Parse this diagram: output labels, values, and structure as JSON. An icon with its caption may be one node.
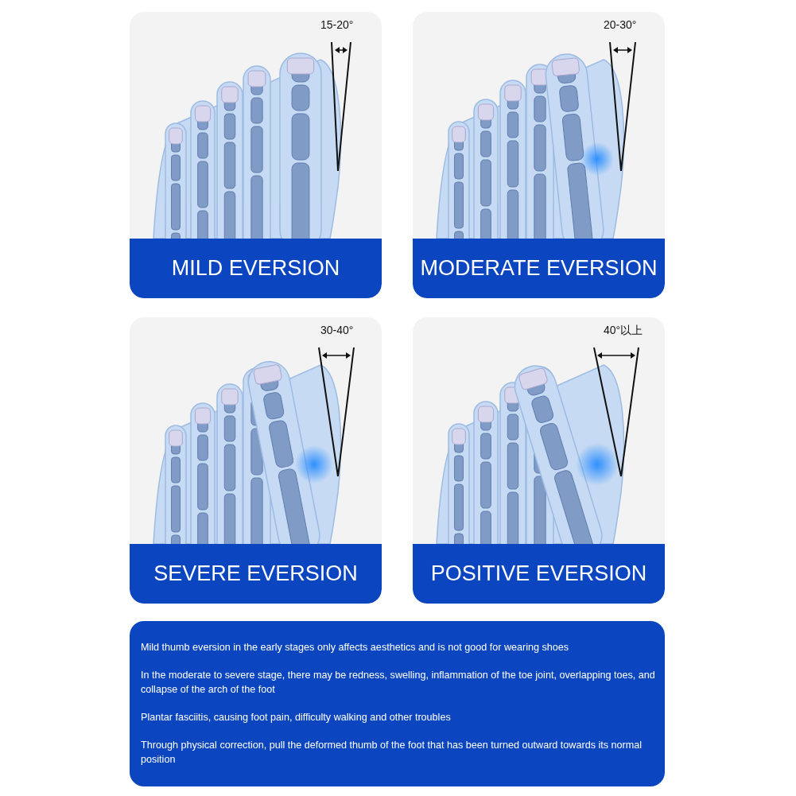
{
  "diagram": {
    "nodes": [
      {
        "text": [
          "MILD EVERSION"
        ]
      },
      {
        "text": [
          "MODERATE EVERSION"
        ]
      },
      {
        "text": [
          "SEVERE EVERSION"
        ]
      },
      {
        "text": [
          "POSITIVE EVERSION"
        ]
      },
      {
        "text": [
          "Mild thumb eversion in the early stages only affects aesthetics and is not good for wearing shoes",
          "In the moderate to severe stage, there may be redness, swelling, inflammation of the toe joint, overlapping toes, and collapse of the arch of the foot",
          "Plantar fasciitis, causing foot pain, difficulty walking and other troubles",
          "Through physical correction, pull the deformed thumb of the foot that has been turned outward towards its normal position"
        ]
      }
    ],
    "labels": [
      "15-20°",
      "20-30°",
      "30-40°",
      "40°以上"
    ]
  }
}
